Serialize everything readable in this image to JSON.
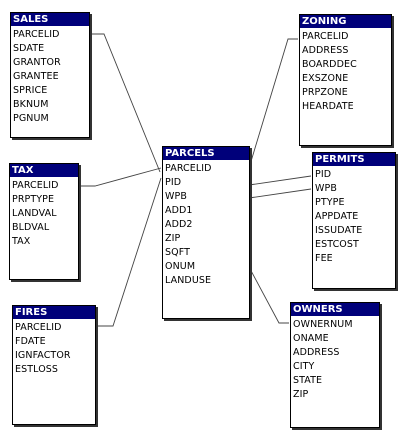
{
  "tables": [
    {
      "key": "sales",
      "title": "SALES",
      "fields": [
        "PARCELID",
        "SDATE",
        "GRANTOR",
        "GRANTEE",
        "SPRICE",
        "BKNUM",
        "PGNUM"
      ]
    },
    {
      "key": "tax",
      "title": "TAX",
      "fields": [
        "PARCELID",
        "PRPTYPE",
        "LANDVAL",
        "BLDVAL",
        "TAX"
      ]
    },
    {
      "key": "fires",
      "title": "FIRES",
      "fields": [
        "PARCELID",
        "FDATE",
        "IGNFACTOR",
        "ESTLOSS"
      ]
    },
    {
      "key": "parcels",
      "title": "PARCELS",
      "fields": [
        "PARCELID",
        "PID",
        "WPB",
        "ADD1",
        "ADD2",
        "ZIP",
        "SQFT",
        "ONUM",
        "LANDUSE"
      ]
    },
    {
      "key": "zoning",
      "title": "ZONING",
      "fields": [
        "PARCELID",
        "ADDRESS",
        "BOARDDEC",
        "EXSZONE",
        "PRPZONE",
        "HEARDATE"
      ]
    },
    {
      "key": "permits",
      "title": "PERMITS",
      "fields": [
        "PID",
        "WPB",
        "PTYPE",
        "APPDATE",
        "ISSUDATE",
        "ESTCOST",
        "FEE"
      ]
    },
    {
      "key": "owners",
      "title": "OWNERS",
      "fields": [
        "OWNERNUM",
        "ONAME",
        "ADDRESS",
        "CITY",
        "STATE",
        "ZIP"
      ]
    }
  ],
  "relationships": [
    {
      "from": "sales.PARCELID",
      "to": "parcels.PARCELID"
    },
    {
      "from": "tax.PARCELID",
      "to": "parcels.PARCELID"
    },
    {
      "from": "fires.PARCELID",
      "to": "parcels.PARCELID"
    },
    {
      "from": "zoning.PARCELID",
      "to": "parcels.PARCELID"
    },
    {
      "from": "parcels.PID",
      "to": "permits.PID"
    },
    {
      "from": "parcels.WPB",
      "to": "permits.WPB"
    },
    {
      "from": "parcels.ONUM",
      "to": "owners.OWNERNUM"
    }
  ]
}
